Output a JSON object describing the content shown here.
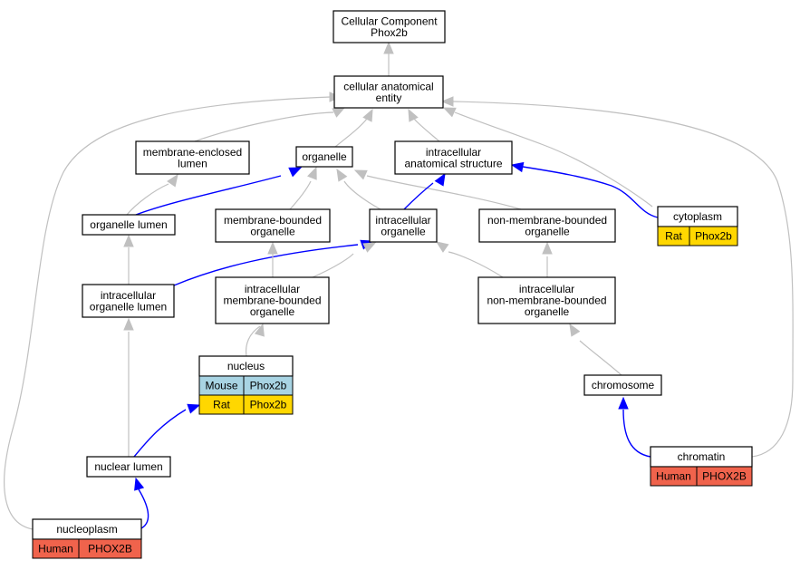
{
  "colors": {
    "human": "#f0634c",
    "rat": "#ffd700",
    "mouse": "#a8d4e3",
    "edge_is_a": "#c0c0c0",
    "edge_part_of": "#0000ff"
  },
  "nodes": {
    "root": {
      "lines": [
        "Cellular Component",
        "Phox2b"
      ]
    },
    "cae": {
      "lines": [
        "cellular anatomical",
        "entity"
      ]
    },
    "mel": {
      "lines": [
        "membrane-enclosed",
        "lumen"
      ]
    },
    "org": {
      "lines": [
        "organelle"
      ]
    },
    "ias": {
      "lines": [
        "intracellular",
        "anatomical structure"
      ]
    },
    "orglum": {
      "lines": [
        "organelle lumen"
      ]
    },
    "mbo": {
      "lines": [
        "membrane-bounded",
        "organelle"
      ]
    },
    "io": {
      "lines": [
        "intracellular",
        "organelle"
      ]
    },
    "nmbo": {
      "lines": [
        "non-membrane-bounded",
        "organelle"
      ]
    },
    "cyto": {
      "lines": [
        "cytoplasm"
      ]
    },
    "iol": {
      "lines": [
        "intracellular",
        "organelle lumen"
      ]
    },
    "imbo": {
      "lines": [
        "intracellular",
        "membrane-bounded",
        "organelle"
      ]
    },
    "inmbo": {
      "lines": [
        "intracellular",
        "non-membrane-bounded",
        "organelle"
      ]
    },
    "nuc": {
      "lines": [
        "nucleus"
      ]
    },
    "chromo": {
      "lines": [
        "chromosome"
      ]
    },
    "nuclum": {
      "lines": [
        "nuclear lumen"
      ]
    },
    "chromatin": {
      "lines": [
        "chromatin"
      ]
    },
    "nucleoplasm": {
      "lines": [
        "nucleoplasm"
      ]
    }
  },
  "annotations": {
    "cyto": [
      {
        "species": "Rat",
        "gene": "Phox2b",
        "color": "#ffd700"
      }
    ],
    "nuc": [
      {
        "species": "Mouse",
        "gene": "Phox2b",
        "color": "#a8d4e3"
      },
      {
        "species": "Rat",
        "gene": "Phox2b",
        "color": "#ffd700"
      }
    ],
    "chromatin": [
      {
        "species": "Human",
        "gene": "PHOX2B",
        "color": "#f0634c"
      }
    ],
    "nucleoplasm": [
      {
        "species": "Human",
        "gene": "PHOX2B",
        "color": "#f0634c"
      }
    ]
  }
}
